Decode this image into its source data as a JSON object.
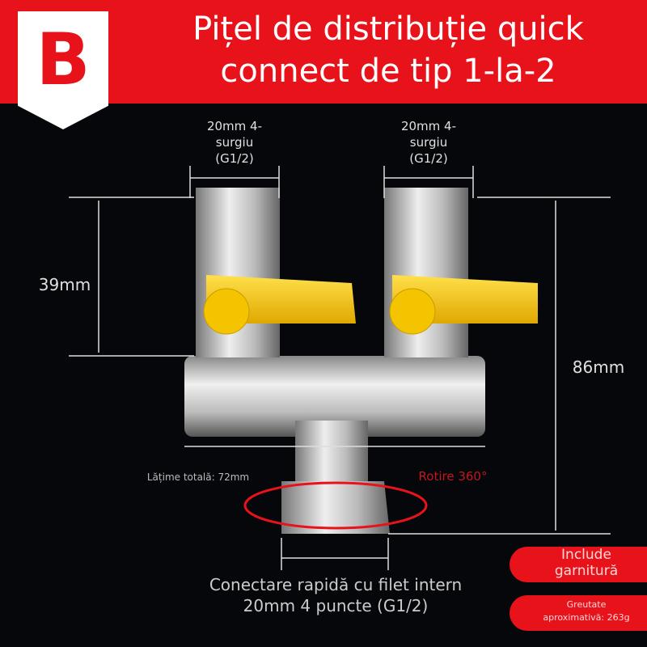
{
  "badge": "B",
  "title": "Pițel de distribuție quick connect de tip 1-la-2",
  "title_lines": [
    "Pițel de distribuție quick",
    "connect de tip 1-la-2"
  ],
  "dimensions": {
    "left_outlet": "20mm 4-surgiu (G1/2)",
    "left_outlet_lines": [
      "20mm 4-",
      "surgiu",
      "(G1/2)"
    ],
    "right_outlet_lines": [
      "20mm 4-",
      "surgiu",
      "(G1/2)"
    ],
    "valve_height": "39mm",
    "total_height": "86mm",
    "total_width": "Lățime totală: 72mm",
    "rotation": "Rotire 360°"
  },
  "bottom_caption": [
    "Conectare rapidă cu filet intern",
    "20mm 4 puncte (G1/2)"
  ],
  "badges": {
    "gasket": [
      "Include",
      "garnitură"
    ],
    "weight": [
      "Greutate",
      "aproximativă: 263g"
    ]
  },
  "colors": {
    "accent": "#e8121b",
    "handle": "#f5c400",
    "metal": "#c8c8c8"
  }
}
